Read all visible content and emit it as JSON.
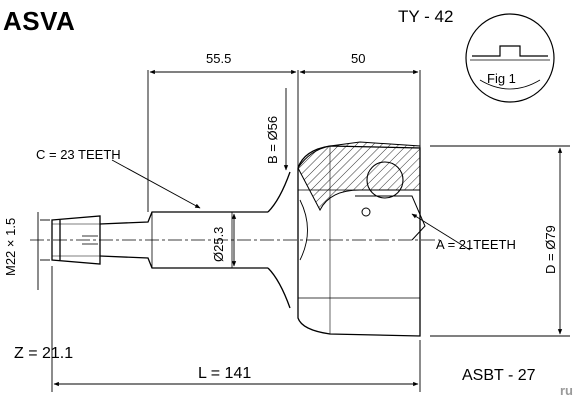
{
  "title": {
    "brand": "ASVA",
    "part_number": "TY - 42"
  },
  "dimensions": {
    "shaft_length": "55.5",
    "housing_length": "50",
    "flange_diameter": "B = Ø56",
    "shaft_diameter": "Ø25.3",
    "outer_diameter": "D = Ø79",
    "thread": "M22 × 1.5",
    "total_length": "L = 141"
  },
  "notes": {
    "outer_teeth": "C = 23 TEETH",
    "inner_teeth": "A = 21TEETH",
    "z_value": "Z = 21.1",
    "fig_label": "Fig 1"
  },
  "footer": {
    "catalog_code": "ASBT - 27",
    "watermark": "ru"
  },
  "colors": {
    "line": "#000000",
    "background": "#ffffff",
    "watermark": "#9a9a9a"
  }
}
